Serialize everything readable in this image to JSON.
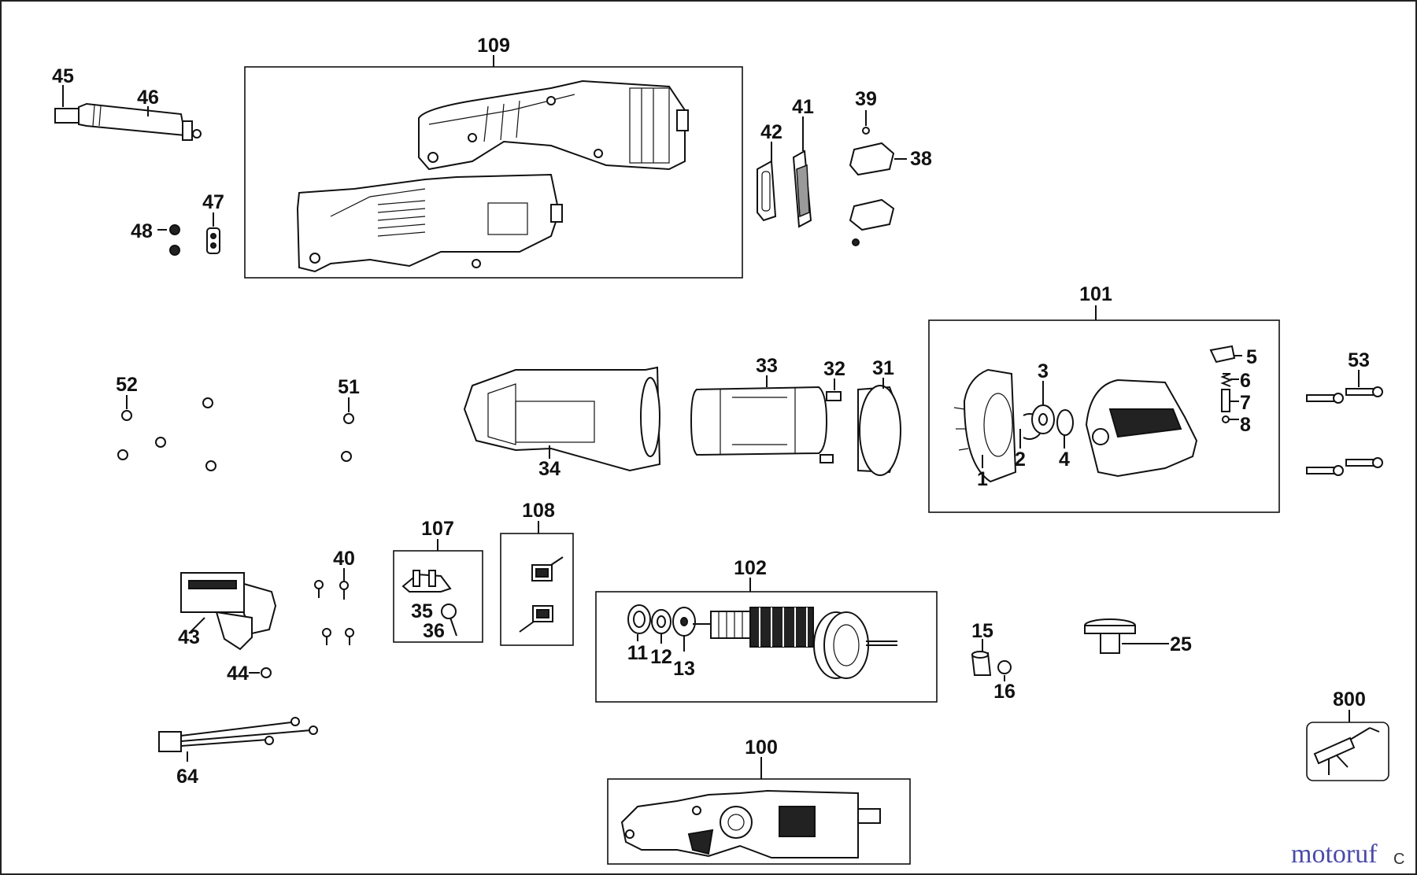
{
  "labels": {
    "p1": "1",
    "p2": "2",
    "p3": "3",
    "p4": "4",
    "p5": "5",
    "p6": "6",
    "p7": "7",
    "p8": "8",
    "p11": "11",
    "p12": "12",
    "p13": "13",
    "p15": "15",
    "p16": "16",
    "p25": "25",
    "p31": "31",
    "p32": "32",
    "p33": "33",
    "p34": "34",
    "p35": "35",
    "p36": "36",
    "p38": "38",
    "p39": "39",
    "p40": "40",
    "p41": "41",
    "p42": "42",
    "p43": "43",
    "p44": "44",
    "p45": "45",
    "p46": "46",
    "p47": "47",
    "p48": "48",
    "p51": "51",
    "p52": "52",
    "p53": "53",
    "p64": "64",
    "p100": "100",
    "p101": "101",
    "p102": "102",
    "p107": "107",
    "p108": "108",
    "p109": "109",
    "p800": "800"
  },
  "watermark": {
    "text": "motoruf",
    "suffix": "C",
    "color_main": "#4a4aa8",
    "color_accent": "#cc3333"
  }
}
